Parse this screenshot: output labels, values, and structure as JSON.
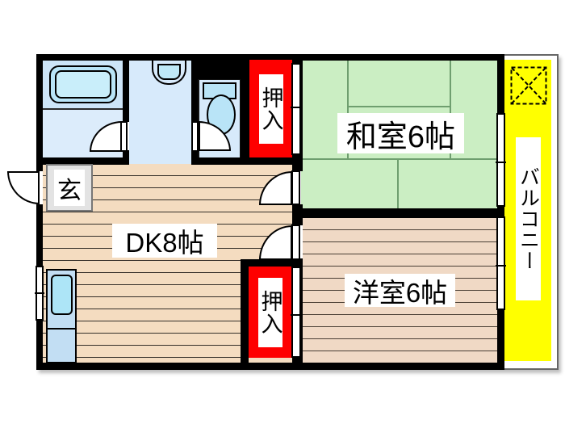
{
  "plan": {
    "type": "floor-plan",
    "rooms": {
      "washitsu": {
        "label": "和室6帖"
      },
      "youshitsu": {
        "label": "洋室6帖"
      },
      "dk": {
        "label": "DK8帖"
      },
      "genkan": {
        "label": "玄"
      },
      "balcony": {
        "label": "バルコニー"
      },
      "closet_top": {
        "label": "押入"
      },
      "closet_bottom": {
        "label": "押入"
      }
    },
    "colors": {
      "wall": "#000000",
      "tatami": "#cbeec3",
      "tatami_line": "#6f9e6f",
      "wood_dk": "#f4dcc0",
      "wood_youshitsu": "#f0d9c5",
      "closet_red": "#fe0000",
      "balcony_yellow": "#ffff00",
      "water_room_blue": "#d7eafb",
      "fixture_blue": "#b9e4f7",
      "genkan_gray": "#e3e3e3"
    }
  }
}
